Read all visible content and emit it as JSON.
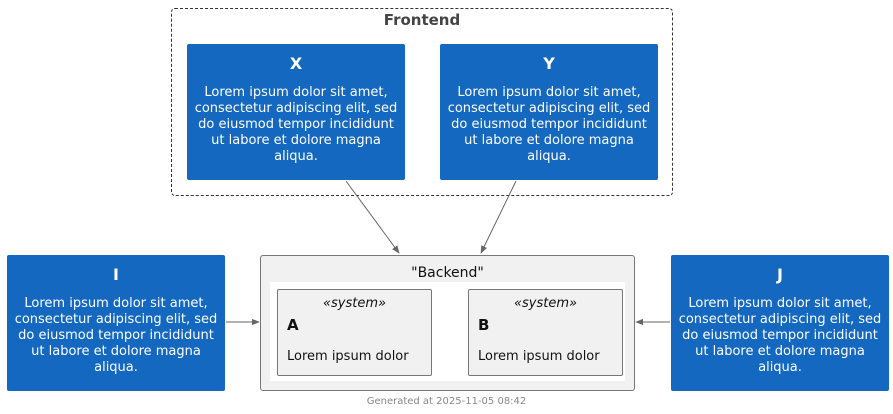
{
  "colors": {
    "box_fill": "#1468BF",
    "box_text": "#ffffff",
    "backend_fill": "#f1f1f1",
    "border": "#777777",
    "arrow": "#666666"
  },
  "frontend": {
    "title": "Frontend",
    "x": {
      "title": "X",
      "description": "Lorem ipsum dolor sit amet, consectetur adipiscing elit, sed do eiusmod tempor incididunt ut labore et dolore magna aliqua."
    },
    "y": {
      "title": "Y",
      "description": "Lorem ipsum dolor sit amet, consectetur adipiscing elit, sed do eiusmod tempor incididunt ut labore et dolore magna aliqua."
    }
  },
  "i": {
    "title": "I",
    "description": "Lorem ipsum dolor sit amet, consectetur adipiscing elit, sed do eiusmod tempor incididunt ut labore et dolore magna aliqua."
  },
  "j": {
    "title": "J",
    "description": "Lorem ipsum dolor sit amet, consectetur adipiscing elit, sed do eiusmod tempor incididunt ut labore et dolore magna aliqua."
  },
  "backend": {
    "title": "\"Backend\"",
    "a": {
      "stereotype": "«system»",
      "title": "A",
      "description": "Lorem ipsum dolor"
    },
    "b": {
      "stereotype": "«system»",
      "title": "B",
      "description": "Lorem ipsum dolor"
    }
  },
  "footer": "Generated at 2025-11-05 08:42"
}
